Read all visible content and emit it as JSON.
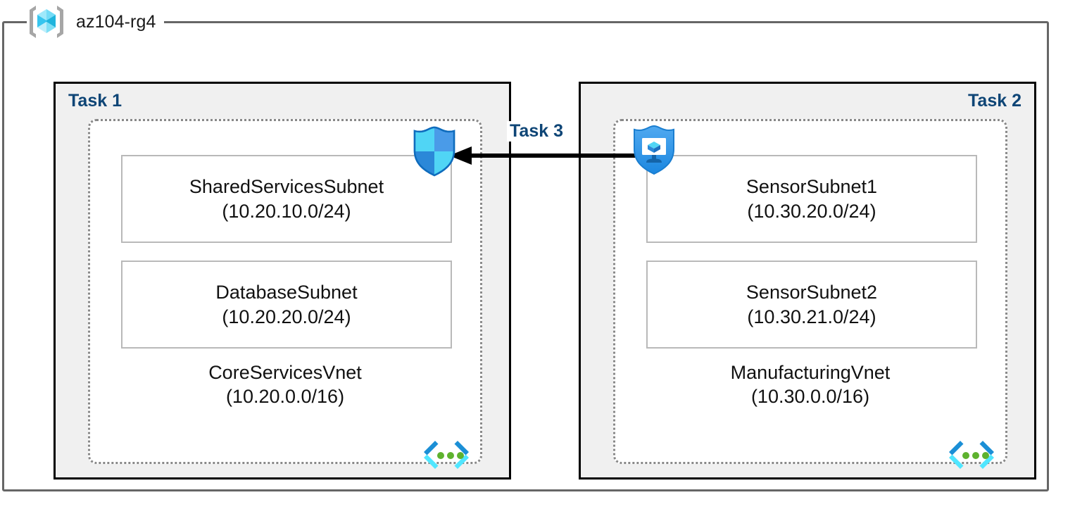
{
  "resource_group": {
    "name": "az104-rg4",
    "icon": "resource-group-cube-icon"
  },
  "tasks": [
    {
      "id": "task-1",
      "label": "Task 1",
      "align": "left"
    },
    {
      "id": "task-2",
      "label": "Task 2",
      "align": "right"
    },
    {
      "id": "task-3",
      "label": "Task 3"
    }
  ],
  "vnets": [
    {
      "name": "CoreServicesVnet",
      "cidr": "(10.20.0.0/16)",
      "icon": "vnet-code-brackets-icon",
      "subnets": [
        {
          "name": "SharedServicesSubnet",
          "cidr": "(10.20.10.0/24)"
        },
        {
          "name": "DatabaseSubnet",
          "cidr": "(10.20.20.0/24)"
        }
      ]
    },
    {
      "name": "ManufacturingVnet",
      "cidr": "(10.30.0.0/16)",
      "icon": "vnet-code-brackets-icon",
      "subnets": [
        {
          "name": "SensorSubnet1",
          "cidr": "(10.30.20.0/24)"
        },
        {
          "name": "SensorSubnet2",
          "cidr": "(10.30.21.0/24)"
        }
      ]
    }
  ],
  "icons": {
    "firewall_shield": "firewall-shield-icon",
    "bastion_shield": "bastion-shield-icon",
    "connector_arrow": "peering-arrow-left-icon"
  },
  "colors": {
    "task_label": "#0e4576",
    "task_box_fill": "#f0f0f0",
    "task_box_border": "#000000",
    "vnet_border": "#888888",
    "subnet_border": "#b9b9b9",
    "frame_border": "#666666",
    "azure_cyan": "#50e6ff",
    "azure_blue": "#0078d4",
    "accent_green": "#5eb22e",
    "arrow": "#000000"
  }
}
